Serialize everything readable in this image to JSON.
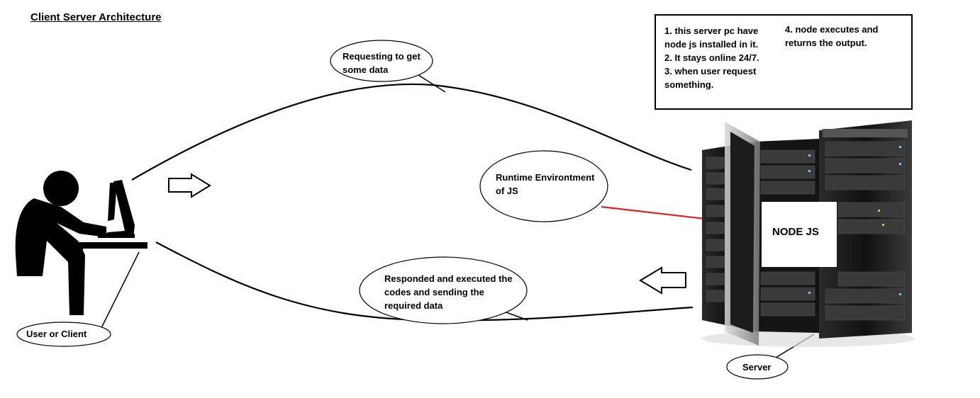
{
  "title": "Client Server Architecture",
  "bubbles": {
    "request": "Requesting to get\nsome data",
    "runtime": "Runtime Environtment\nof JS",
    "response": "Responded and executed the\ncodes and sending the\nrequired data",
    "client": "User    or Client",
    "server": "Server"
  },
  "notes": {
    "left": "1. this server pc have\nnode js installed in it.\n2. It stays online 24/7.\n3. when user request\nsomething.",
    "right": "4. node executes and\nreturns the output."
  },
  "node_box": "NODE JS",
  "icons": {
    "user": "user-at-computer-icon",
    "server": "server-rack-icon",
    "arrow_right": "arrow-right-icon",
    "arrow_left": "arrow-left-icon"
  },
  "colors": {
    "connector": "#e02020",
    "stroke": "#000000"
  }
}
